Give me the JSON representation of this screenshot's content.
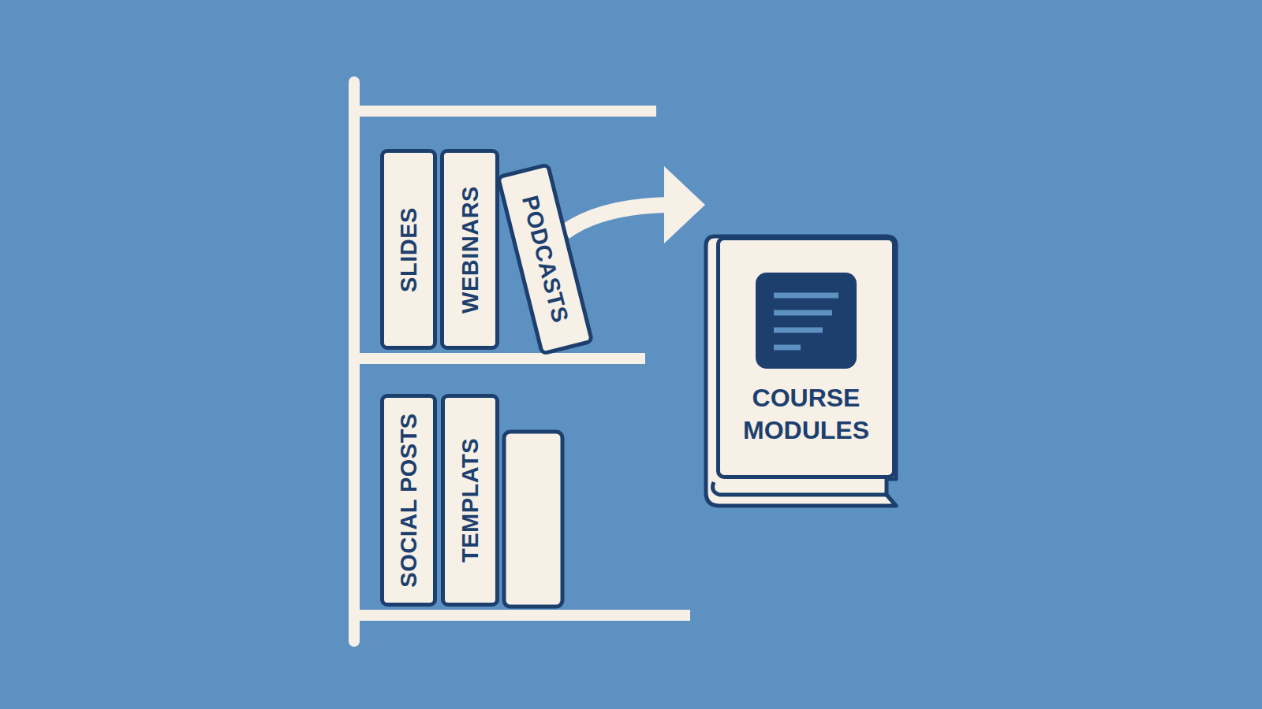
{
  "diagram": {
    "nodes": [
      {
        "text": [
          "SLIDES"
        ]
      },
      {
        "text": [
          "WEBINARS"
        ]
      },
      {
        "text": [
          "PODCASTS"
        ]
      },
      {
        "text": [
          "SOCIAL POSTS"
        ]
      },
      {
        "text": [
          "TEMPLATS"
        ]
      },
      {
        "text": [
          "COURSE MODULES"
        ]
      }
    ],
    "edges": [
      {
        "from": 2,
        "to": 5,
        "arrow": "to"
      }
    ]
  }
}
